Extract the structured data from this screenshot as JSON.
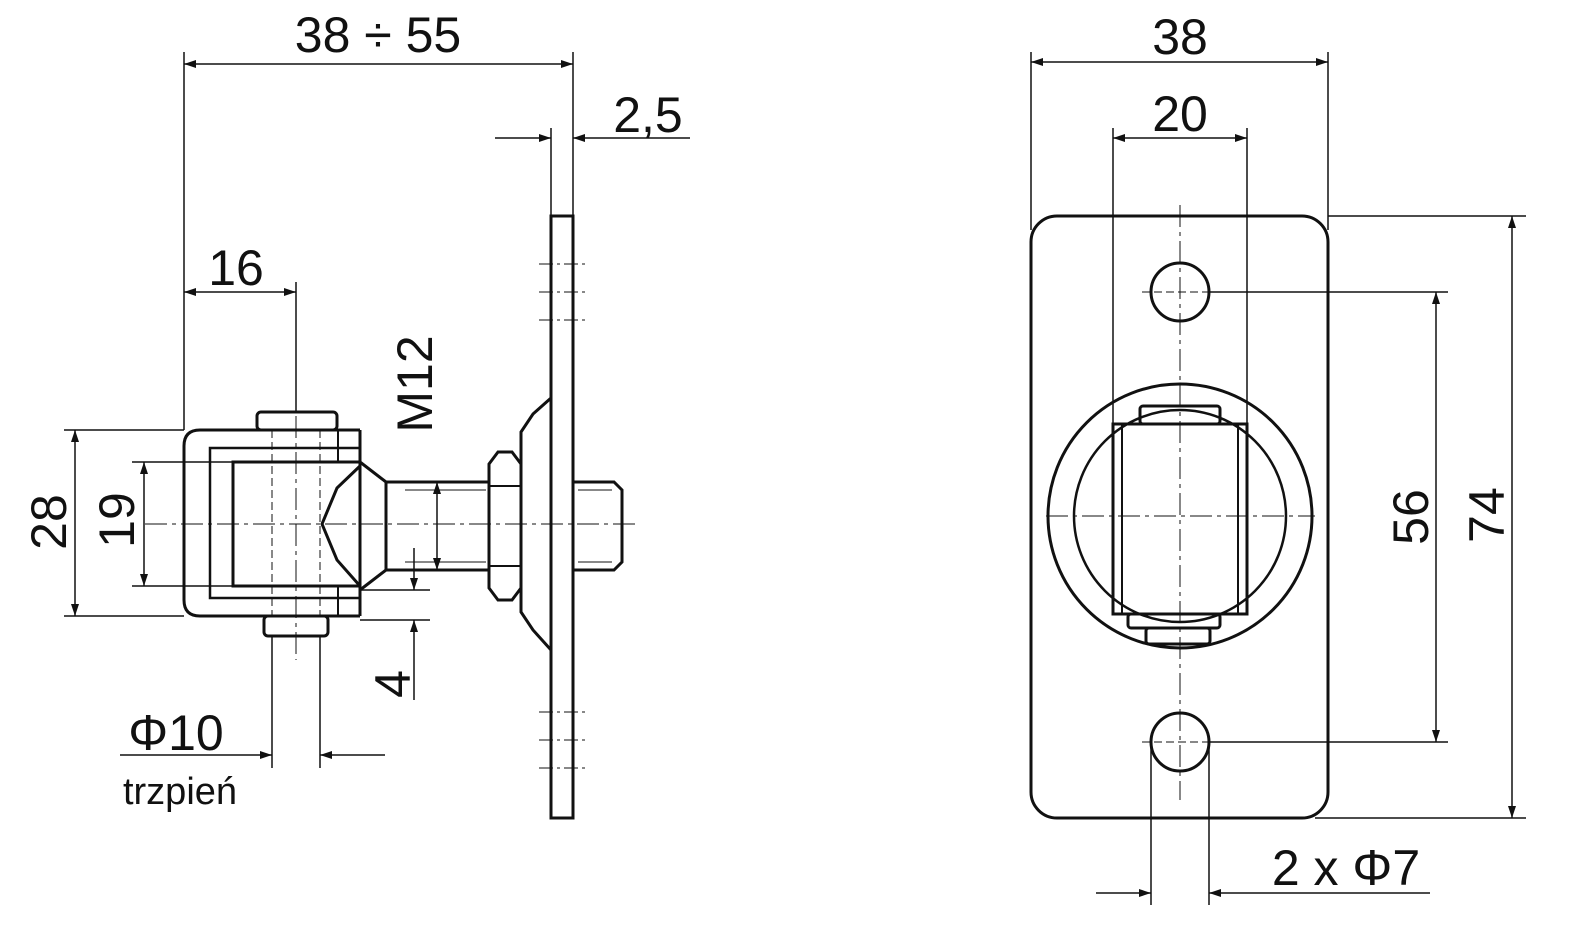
{
  "side_view": {
    "adjust_range": "38 ÷ 55",
    "plate_thickness": "2,5",
    "eye_offset": "16",
    "thread": "M12",
    "height_outer": "28",
    "height_inner": "19",
    "gap": "4",
    "pin_diameter": "Φ10",
    "pin_label": "trzpień"
  },
  "front_view": {
    "plate_width": "38",
    "eye_width": "20",
    "hole_spacing": "56",
    "plate_height": "74",
    "holes": "2 x Φ7"
  },
  "colors": {
    "line": "#111111",
    "background": "#ffffff"
  }
}
